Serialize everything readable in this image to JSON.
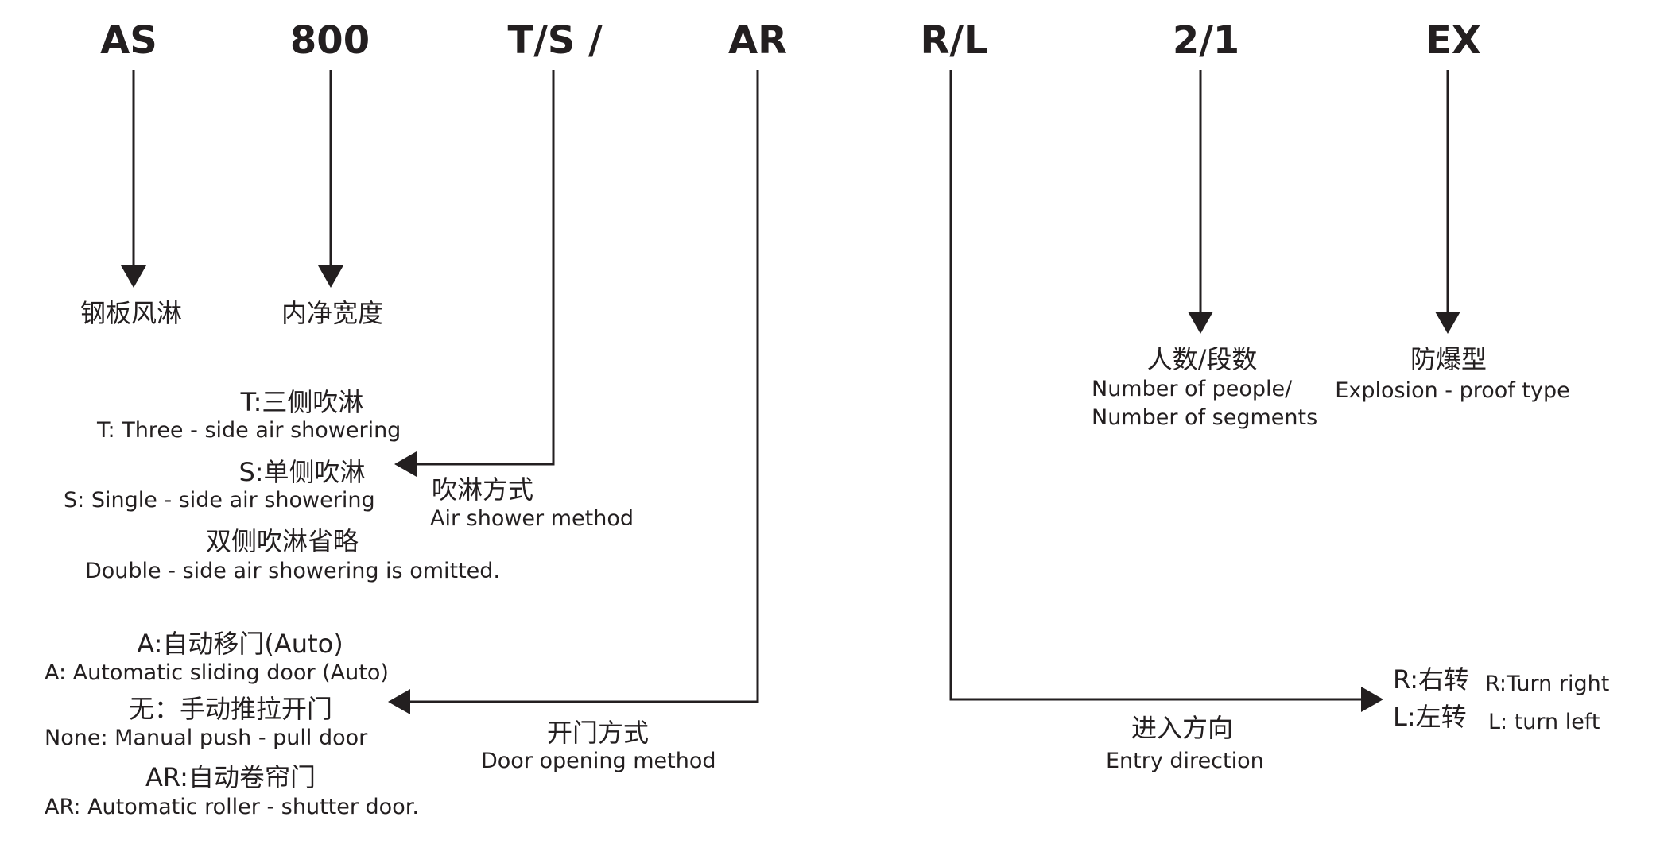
{
  "codes": [
    "AS",
    "800",
    "T/S /",
    "AR",
    "R/L",
    "2/1",
    "EX"
  ],
  "as_desc": "钢板风淋",
  "width_desc": "内净宽度",
  "shower": {
    "method_zh": "吹淋方式",
    "method_en": "Air shower method",
    "t_zh": "T:三侧吹淋",
    "t_en": "T: Three - side air showering",
    "s_zh": "S:单侧吹淋",
    "s_en": "S: Single - side air showering",
    "double_zh": "双侧吹淋省略",
    "double_en": "Double - side air showering is omitted."
  },
  "door": {
    "method_zh": "开门方式",
    "method_en": "Door opening method",
    "a_zh": "A:自动移门(Auto)",
    "a_en": "A: Automatic sliding door (Auto)",
    "none_zh": "无：手动推拉开门",
    "none_en": "None: Manual push - pull door",
    "ar_zh": "AR:自动卷帘门",
    "ar_en": "AR: Automatic roller - shutter door."
  },
  "entry": {
    "direction_zh": "进入方向",
    "direction_en": "Entry direction",
    "r_zh": "R:右转",
    "r_en": "R:Turn right",
    "l_zh": "L:左转",
    "l_en": "L: turn left"
  },
  "people": {
    "zh": "人数/段数",
    "en_line1": "Number of people/",
    "en_line2": "Number of segments"
  },
  "explosion": {
    "zh": "防爆型",
    "en": "Explosion - proof type"
  }
}
